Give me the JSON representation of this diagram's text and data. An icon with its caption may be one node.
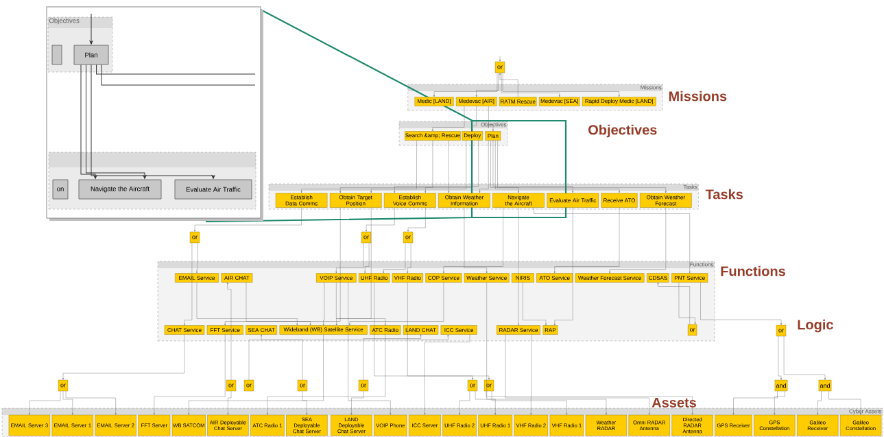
{
  "diagram": {
    "nodes": [
      {
        "text": [
          "or"
        ]
      },
      {
        "text": [
          "Missions"
        ]
      },
      {
        "text": [
          "Medic [LAND]"
        ],
        "in": 1
      },
      {
        "text": [
          "Medevac [AIR]"
        ],
        "in": 1
      },
      {
        "text": [
          "RATM Rescue"
        ],
        "in": 1
      },
      {
        "text": [
          "Medevac [SEA]"
        ],
        "in": 1
      },
      {
        "text": [
          "Rapid Deploy Medic [LAND]"
        ],
        "in": 1
      },
      {
        "text": [
          "Objectives"
        ]
      },
      {
        "text": [
          "Search &amp; Rescue"
        ],
        "in": 7
      },
      {
        "text": [
          "Deploy"
        ],
        "in": 7
      },
      {
        "text": [
          "Plan"
        ],
        "in": 7
      },
      {
        "text": [
          "Tasks"
        ]
      },
      {
        "text": [
          "Establish Data Comms"
        ],
        "in": 11
      },
      {
        "text": [
          "Obtain Target Position"
        ],
        "in": 11
      },
      {
        "text": [
          "Establish Voice Comms"
        ],
        "in": 11
      },
      {
        "text": [
          "Obtain Weather Information"
        ],
        "in": 11
      },
      {
        "text": [
          "Navigate the Aircraft"
        ],
        "in": 11
      },
      {
        "text": [
          "Evaluate Air Traffic"
        ],
        "in": 11
      },
      {
        "text": [
          "Receive ATO"
        ],
        "in": 11
      },
      {
        "text": [
          "Obtain Weather Forecast"
        ],
        "in": 11
      },
      {
        "text": [
          "or"
        ]
      },
      {
        "text": [
          "or"
        ]
      },
      {
        "text": [
          "or"
        ]
      },
      {
        "text": [
          "Functions"
        ]
      },
      {
        "text": [
          "EMAIL Service"
        ],
        "in": 23
      },
      {
        "text": [
          "AIR CHAT"
        ],
        "in": 23
      },
      {
        "text": [
          "VOIP Service"
        ],
        "in": 23
      },
      {
        "text": [
          "UHF Radio"
        ],
        "in": 23
      },
      {
        "text": [
          "VHF Radio"
        ],
        "in": 23
      },
      {
        "text": [
          "COP Service"
        ],
        "in": 23
      },
      {
        "text": [
          "Weather Service"
        ],
        "in": 23
      },
      {
        "text": [
          "NIRIS"
        ],
        "in": 23
      },
      {
        "text": [
          "ATO Service"
        ],
        "in": 23
      },
      {
        "text": [
          "Weather Forecast Service"
        ],
        "in": 23
      },
      {
        "text": [
          "CDSAS"
        ],
        "in": 23
      },
      {
        "text": [
          "PNT Service"
        ],
        "in": 23
      },
      {
        "text": [
          "CHAT Service"
        ],
        "in": 23
      },
      {
        "text": [
          "FFT Service"
        ],
        "in": 23
      },
      {
        "text": [
          "SEA CHAT"
        ],
        "in": 23
      },
      {
        "text": [
          "Wideband (WB) Satellite Service"
        ],
        "in": 23
      },
      {
        "text": [
          "ATC Radio"
        ],
        "in": 23
      },
      {
        "text": [
          "LAND CHAT"
        ],
        "in": 23
      },
      {
        "text": [
          "ICC Service"
        ],
        "in": 23
      },
      {
        "text": [
          "RADAR Service"
        ],
        "in": 23
      },
      {
        "text": [
          "RAP"
        ],
        "in": 23
      },
      {
        "text": [
          "or"
        ],
        "in": 23
      },
      {
        "text": [
          "or"
        ]
      },
      {
        "text": [
          "or"
        ]
      },
      {
        "text": [
          "or"
        ]
      },
      {
        "text": [
          "or"
        ]
      },
      {
        "text": [
          "or"
        ]
      },
      {
        "text": [
          "or"
        ]
      },
      {
        "text": [
          "or"
        ]
      },
      {
        "text": [
          "or"
        ]
      },
      {
        "text": [
          "and"
        ]
      },
      {
        "text": [
          "and"
        ]
      },
      {
        "text": [
          "Cyber Assets"
        ]
      },
      {
        "text": [
          "EMAIL Server 3"
        ],
        "in": 56
      },
      {
        "text": [
          "EMAIL Server 1"
        ],
        "in": 56
      },
      {
        "text": [
          "EMAIL Server 2"
        ],
        "in": 56
      },
      {
        "text": [
          "FFT Server"
        ],
        "in": 56
      },
      {
        "text": [
          "WB SATCOM"
        ],
        "in": 56
      },
      {
        "text": [
          "AIR Deployable Chat Server"
        ],
        "in": 56
      },
      {
        "text": [
          "ATC Radio 1"
        ],
        "in": 56
      },
      {
        "text": [
          "SEA Deployable Chat Server"
        ],
        "in": 56
      },
      {
        "text": [
          "LAND Deployable Chat Server"
        ],
        "in": 56
      },
      {
        "text": [
          "VOIP Phone"
        ],
        "in": 56
      },
      {
        "text": [
          "ICC Server"
        ],
        "in": 56
      },
      {
        "text": [
          "UHF Radio 2"
        ],
        "in": 56
      },
      {
        "text": [
          "UHF Radio 1"
        ],
        "in": 56
      },
      {
        "text": [
          "VHF Radio 2"
        ],
        "in": 56
      },
      {
        "text": [
          "VHF Radio 1"
        ],
        "in": 56
      },
      {
        "text": [
          "Weather RADAR"
        ],
        "in": 56
      },
      {
        "text": [
          "Omni RADAR Antenna"
        ],
        "in": 56
      },
      {
        "text": [
          "Directed RADAR Antenna"
        ],
        "in": 56
      },
      {
        "text": [
          "GPS Receiver"
        ],
        "in": 56
      },
      {
        "text": [
          "GPS Constellation"
        ],
        "in": 56
      },
      {
        "text": [
          "Galileo Receiver"
        ],
        "in": 56
      },
      {
        "text": [
          "Galileo Constellation"
        ],
        "in": 56
      },
      {
        "text": [
          "Objectives"
        ]
      },
      {
        "text": [
          "Plan"
        ],
        "in": 79
      },
      {
        "text": [],
        "shape": "box",
        "in": 79
      },
      {
        "text": [],
        "shape": "box"
      },
      {
        "text": [
          "on"
        ],
        "in": 82
      },
      {
        "text": [
          "Navigate the Aircraft"
        ],
        "in": 82
      },
      {
        "text": [
          "Evaluate Air Traffic"
        ],
        "in": 82
      }
    ],
    "edges": [
      {
        "from": null,
        "to": 0,
        "arrow": "to"
      },
      {
        "from": 0,
        "to": 2,
        "arrow": "to"
      },
      {
        "from": 0,
        "to": 3,
        "arrow": "to"
      },
      {
        "from": 0,
        "to": 5,
        "arrow": "to"
      },
      {
        "from": 0,
        "to": 6,
        "arrow": "to"
      },
      {
        "from": 4,
        "to": 0,
        "arrow": "to"
      },
      {
        "from": 3,
        "to": 8,
        "arrow": "to"
      },
      {
        "from": 3,
        "to": 9,
        "arrow": "to"
      },
      {
        "from": 3,
        "to": 10,
        "arrow": "to"
      },
      {
        "from": 8,
        "to": 12,
        "arrow": "to"
      },
      {
        "from": 8,
        "to": 13,
        "arrow": "to"
      },
      {
        "from": 8,
        "to": 14,
        "arrow": "to"
      },
      {
        "from": 9,
        "to": 13,
        "arrow": "to"
      },
      {
        "from": 9,
        "to": 14,
        "arrow": "to"
      },
      {
        "from": 9,
        "to": 15,
        "arrow": "to"
      },
      {
        "from": 10,
        "to": 15,
        "arrow": "to"
      },
      {
        "from": 10,
        "to": 16,
        "arrow": "to"
      },
      {
        "from": 10,
        "to": 17,
        "arrow": "to"
      },
      {
        "from": 10,
        "to": 18,
        "arrow": "to"
      },
      {
        "from": 10,
        "to": 19,
        "arrow": "to"
      },
      {
        "from": 12,
        "to": 20,
        "arrow": "to"
      },
      {
        "from": 20,
        "to": 24,
        "arrow": "to"
      },
      {
        "from": 20,
        "to": 36,
        "arrow": "to"
      },
      {
        "from": 14,
        "to": 21,
        "arrow": "to"
      },
      {
        "from": 14,
        "to": 22,
        "arrow": "to"
      },
      {
        "from": 21,
        "to": 26,
        "arrow": "to"
      },
      {
        "from": 21,
        "to": 27,
        "arrow": "to"
      },
      {
        "from": 22,
        "to": 27,
        "arrow": "to"
      },
      {
        "from": 22,
        "to": 28,
        "arrow": "to"
      },
      {
        "from": 13,
        "to": 39,
        "arrow": "to"
      },
      {
        "from": 13,
        "to": 37,
        "arrow": "to"
      },
      {
        "from": 15,
        "to": 30,
        "arrow": "to"
      },
      {
        "from": 16,
        "to": 29,
        "arrow": "to"
      },
      {
        "from": 16,
        "to": 43,
        "arrow": "to"
      },
      {
        "from": 17,
        "to": 44,
        "arrow": "to"
      },
      {
        "from": 18,
        "to": 32,
        "arrow": "to"
      },
      {
        "from": 19,
        "to": 33,
        "arrow": "to"
      },
      {
        "from": 16,
        "to": 35,
        "arrow": "to"
      },
      {
        "from": 24,
        "to": 39,
        "arrow": "to"
      },
      {
        "from": 25,
        "to": 39,
        "arrow": "to"
      },
      {
        "from": 26,
        "to": 39,
        "arrow": "to"
      },
      {
        "from": 26,
        "to": 40,
        "arrow": "to"
      },
      {
        "from": 29,
        "to": 39,
        "arrow": "to"
      },
      {
        "from": 31,
        "to": 44,
        "arrow": "to"
      },
      {
        "from": 35,
        "to": 45,
        "arrow": "to"
      },
      {
        "from": 45,
        "to": 34,
        "arrow": "to"
      },
      {
        "from": 35,
        "to": 46,
        "arrow": "to"
      },
      {
        "from": 36,
        "to": 47,
        "arrow": "to"
      },
      {
        "from": 47,
        "to": 57,
        "arrow": "to"
      },
      {
        "from": 47,
        "to": 58,
        "arrow": "to"
      },
      {
        "from": 47,
        "to": 59,
        "arrow": "to"
      },
      {
        "from": 37,
        "to": 60,
        "arrow": "to"
      },
      {
        "from": 39,
        "to": 61,
        "arrow": "to"
      },
      {
        "from": 48,
        "to": 25,
        "arrow": "to"
      },
      {
        "from": 48,
        "to": 62,
        "arrow": "to"
      },
      {
        "from": 50,
        "to": 38,
        "arrow": "to"
      },
      {
        "from": 50,
        "to": 64,
        "arrow": "to"
      },
      {
        "from": 51,
        "to": 41,
        "arrow": "to"
      },
      {
        "from": 51,
        "to": 65,
        "arrow": "to"
      },
      {
        "from": 40,
        "to": 63,
        "arrow": "to"
      },
      {
        "from": 26,
        "to": 66,
        "arrow": "to"
      },
      {
        "from": 49,
        "to": 42,
        "arrow": "to"
      },
      {
        "from": 42,
        "to": 67,
        "arrow": "to"
      },
      {
        "from": 27,
        "to": 52,
        "arrow": "to"
      },
      {
        "from": 52,
        "to": 68,
        "arrow": "to"
      },
      {
        "from": 52,
        "to": 69,
        "arrow": "to"
      },
      {
        "from": 28,
        "to": 53,
        "arrow": "to"
      },
      {
        "from": 53,
        "to": 70,
        "arrow": "to"
      },
      {
        "from": 53,
        "to": 71,
        "arrow": "to"
      },
      {
        "from": 30,
        "to": 72,
        "arrow": "to"
      },
      {
        "from": 43,
        "to": 73,
        "arrow": "to"
      },
      {
        "from": 43,
        "to": 74,
        "arrow": "to"
      },
      {
        "from": 46,
        "to": 54,
        "arrow": "to"
      },
      {
        "from": 46,
        "to": 55,
        "arrow": "to"
      },
      {
        "from": 54,
        "to": 75,
        "arrow": "to"
      },
      {
        "from": 54,
        "to": 76,
        "arrow": "to"
      },
      {
        "from": 55,
        "to": 77,
        "arrow": "to"
      },
      {
        "from": 55,
        "to": 78,
        "arrow": "to"
      },
      {
        "from": null,
        "to": 80,
        "arrow": "to"
      },
      {
        "from": 80,
        "to": 84,
        "arrow": "to"
      },
      {
        "from": 80,
        "to": 84,
        "arrow": "to"
      },
      {
        "from": 80,
        "to": 85,
        "arrow": "to"
      },
      {
        "from": 80,
        "to": null,
        "arrow": "none"
      },
      {
        "from": 80,
        "to": null,
        "arrow": "none"
      }
    ],
    "labels": [
      "Missions",
      "Objectives",
      "Tasks",
      "Functions",
      "Logic",
      "Assets"
    ]
  }
}
